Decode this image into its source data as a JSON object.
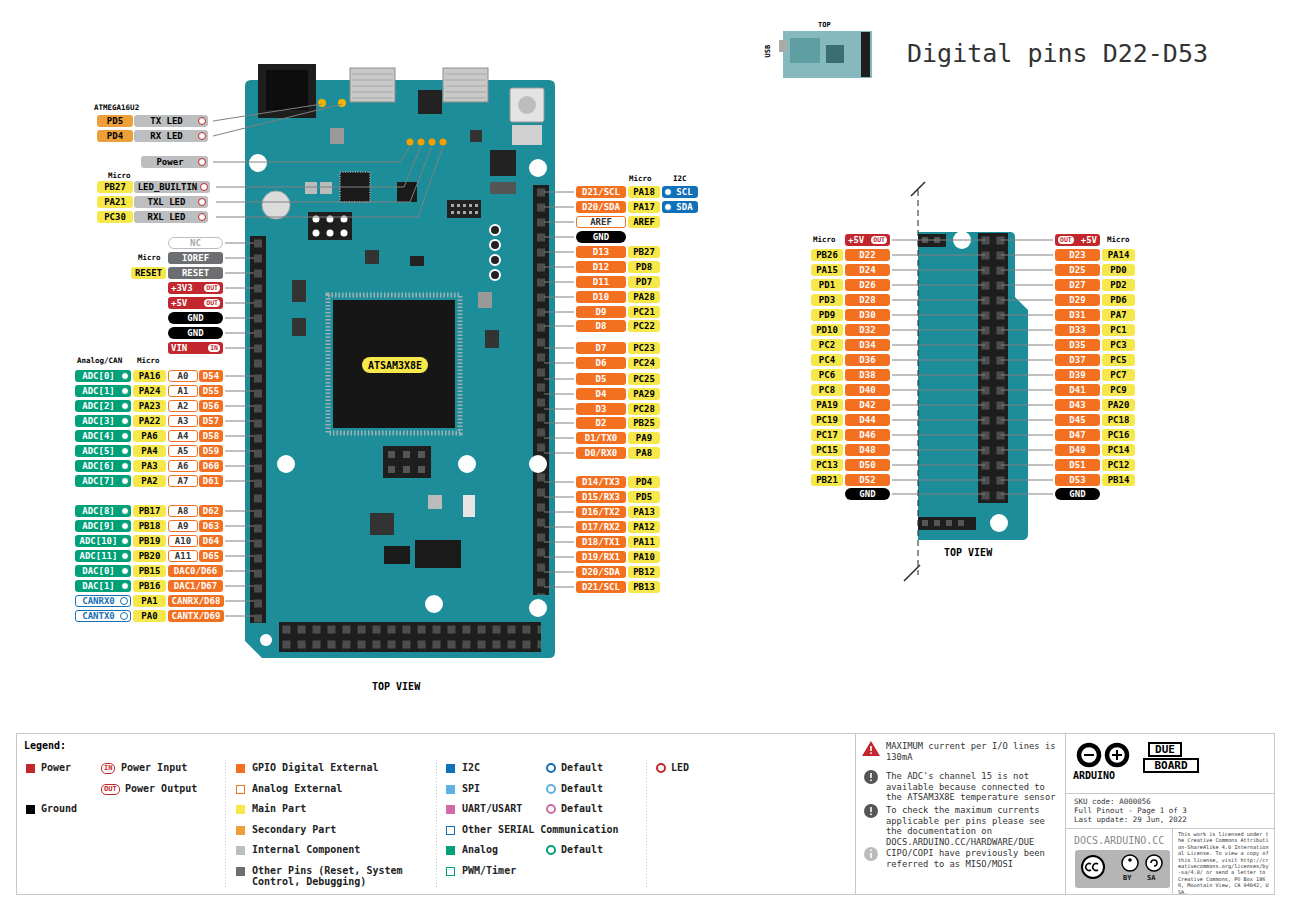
{
  "diagram": {
    "title": "Digital pins D22-D53",
    "nodes": [
      {
        "text": [
          "PD5"
        ]
      },
      {
        "text": [
          "TX LED"
        ]
      },
      {
        "text": [
          "PD4"
        ]
      },
      {
        "text": [
          "RX LED"
        ]
      },
      {
        "text": [
          "Power"
        ]
      },
      {
        "text": [
          "PB27"
        ]
      },
      {
        "text": [
          "LED_BUILTIN"
        ]
      },
      {
        "text": [
          "PA21"
        ]
      },
      {
        "text": [
          "TXL LED"
        ]
      },
      {
        "text": [
          "PC30"
        ]
      },
      {
        "text": [
          "RXL LED"
        ]
      },
      {
        "text": [
          "NC"
        ]
      },
      {
        "text": [
          "IOREF"
        ]
      },
      {
        "text": [
          "RESET"
        ]
      },
      {
        "text": [
          "RESET"
        ]
      },
      {
        "text": [
          "+3V3",
          "OUT"
        ]
      },
      {
        "text": [
          "+5V",
          "OUT"
        ]
      },
      {
        "text": [
          "GND"
        ]
      },
      {
        "text": [
          "GND"
        ]
      },
      {
        "text": [
          "VIN",
          "IN"
        ]
      },
      {
        "text": [
          "ADC[0]"
        ]
      },
      {
        "text": [
          "PA16"
        ]
      },
      {
        "text": [
          "A0"
        ]
      },
      {
        "text": [
          "D54"
        ]
      },
      {
        "text": [
          "ADC[1]"
        ]
      },
      {
        "text": [
          "PA24"
        ]
      },
      {
        "text": [
          "A1"
        ]
      },
      {
        "text": [
          "D55"
        ]
      },
      {
        "text": [
          "ADC[2]"
        ]
      },
      {
        "text": [
          "PA23"
        ]
      },
      {
        "text": [
          "A2"
        ]
      },
      {
        "text": [
          "D56"
        ]
      },
      {
        "text": [
          "ADC[3]"
        ]
      },
      {
        "text": [
          "PA22"
        ]
      },
      {
        "text": [
          "A3"
        ]
      },
      {
        "text": [
          "D57"
        ]
      },
      {
        "text": [
          "ADC[4]"
        ]
      },
      {
        "text": [
          "PA6"
        ]
      },
      {
        "text": [
          "A4"
        ]
      },
      {
        "text": [
          "D58"
        ]
      },
      {
        "text": [
          "ADC[5]"
        ]
      },
      {
        "text": [
          "PA4"
        ]
      },
      {
        "text": [
          "A5"
        ]
      },
      {
        "text": [
          "D59"
        ]
      },
      {
        "text": [
          "ADC[6]"
        ]
      },
      {
        "text": [
          "PA3"
        ]
      },
      {
        "text": [
          "A6"
        ]
      },
      {
        "text": [
          "D60"
        ]
      },
      {
        "text": [
          "ADC[7]"
        ]
      },
      {
        "text": [
          "PA2"
        ]
      },
      {
        "text": [
          "A7"
        ]
      },
      {
        "text": [
          "D61"
        ]
      },
      {
        "text": [
          "ADC[8]"
        ]
      },
      {
        "text": [
          "PB17"
        ]
      },
      {
        "text": [
          "A8"
        ]
      },
      {
        "text": [
          "D62"
        ]
      },
      {
        "text": [
          "ADC[9]"
        ]
      },
      {
        "text": [
          "PB18"
        ]
      },
      {
        "text": [
          "A9"
        ]
      },
      {
        "text": [
          "D63"
        ]
      },
      {
        "text": [
          "ADC[10]"
        ]
      },
      {
        "text": [
          "PB19"
        ]
      },
      {
        "text": [
          "A10"
        ]
      },
      {
        "text": [
          "D64"
        ]
      },
      {
        "text": [
          "ADC[11]"
        ]
      },
      {
        "text": [
          "PB20"
        ]
      },
      {
        "text": [
          "A11"
        ]
      },
      {
        "text": [
          "D65"
        ]
      },
      {
        "text": [
          "DAC[0]"
        ]
      },
      {
        "text": [
          "PB15"
        ]
      },
      {
        "text": [
          "DAC0/D66"
        ]
      },
      {
        "text": [
          "DAC[1]"
        ]
      },
      {
        "text": [
          "PB16"
        ]
      },
      {
        "text": [
          "DAC1/D67"
        ]
      },
      {
        "text": [
          "CANRX0"
        ]
      },
      {
        "text": [
          "PA1"
        ]
      },
      {
        "text": [
          "CANRX/D68"
        ]
      },
      {
        "text": [
          "CANTX0"
        ]
      },
      {
        "text": [
          "PA0"
        ]
      },
      {
        "text": [
          "CANTX/D69"
        ]
      },
      {
        "text": [
          "ATSAM3X8E"
        ]
      },
      {
        "text": [
          "D21/SCL"
        ]
      },
      {
        "text": [
          "PA18"
        ]
      },
      {
        "text": [
          "SCL"
        ]
      },
      {
        "text": [
          "D20/SDA"
        ]
      },
      {
        "text": [
          "PA17"
        ]
      },
      {
        "text": [
          "SDA"
        ]
      },
      {
        "text": [
          "AREF"
        ]
      },
      {
        "text": [
          "AREF"
        ]
      },
      {
        "text": [
          "GND"
        ]
      },
      {
        "text": [
          "D13"
        ]
      },
      {
        "text": [
          "PB27"
        ]
      },
      {
        "text": [
          "D12"
        ]
      },
      {
        "text": [
          "PD8"
        ]
      },
      {
        "text": [
          "D11"
        ]
      },
      {
        "text": [
          "PD7"
        ]
      },
      {
        "text": [
          "D10"
        ]
      },
      {
        "text": [
          "PA28"
        ]
      },
      {
        "text": [
          "D9"
        ]
      },
      {
        "text": [
          "PC21"
        ]
      },
      {
        "text": [
          "D8"
        ]
      },
      {
        "text": [
          "PC22"
        ]
      },
      {
        "text": [
          "D7"
        ]
      },
      {
        "text": [
          "PC23"
        ]
      },
      {
        "text": [
          "D6"
        ]
      },
      {
        "text": [
          "PC24"
        ]
      },
      {
        "text": [
          "D5"
        ]
      },
      {
        "text": [
          "PC25"
        ]
      },
      {
        "text": [
          "D4"
        ]
      },
      {
        "text": [
          "PA29"
        ]
      },
      {
        "text": [
          "D3"
        ]
      },
      {
        "text": [
          "PC28"
        ]
      },
      {
        "text": [
          "D2"
        ]
      },
      {
        "text": [
          "PB25"
        ]
      },
      {
        "text": [
          "D1/TX0"
        ]
      },
      {
        "text": [
          "PA9"
        ]
      },
      {
        "text": [
          "D0/RX0"
        ]
      },
      {
        "text": [
          "PA8"
        ]
      },
      {
        "text": [
          "D14/TX3"
        ]
      },
      {
        "text": [
          "PD4"
        ]
      },
      {
        "text": [
          "D15/RX3"
        ]
      },
      {
        "text": [
          "PD5"
        ]
      },
      {
        "text": [
          "D16/TX2"
        ]
      },
      {
        "text": [
          "PA13"
        ]
      },
      {
        "text": [
          "D17/RX2"
        ]
      },
      {
        "text": [
          "PA12"
        ]
      },
      {
        "text": [
          "D18/TX1"
        ]
      },
      {
        "text": [
          "PA11"
        ]
      },
      {
        "text": [
          "D19/RX1"
        ]
      },
      {
        "text": [
          "PA10"
        ]
      },
      {
        "text": [
          "D20/SDA"
        ]
      },
      {
        "text": [
          "PB12"
        ]
      },
      {
        "text": [
          "D21/SCL"
        ]
      },
      {
        "text": [
          "PB13"
        ]
      },
      {
        "text": [
          "+5V",
          "OUT"
        ]
      },
      {
        "text": [
          "OUT",
          "+5V"
        ]
      },
      {
        "text": [
          "PB26"
        ]
      },
      {
        "text": [
          "D22"
        ]
      },
      {
        "text": [
          "D23"
        ]
      },
      {
        "text": [
          "PA14"
        ]
      },
      {
        "text": [
          "PA15"
        ]
      },
      {
        "text": [
          "D24"
        ]
      },
      {
        "text": [
          "D25"
        ]
      },
      {
        "text": [
          "PD0"
        ]
      },
      {
        "text": [
          "PD1"
        ]
      },
      {
        "text": [
          "D26"
        ]
      },
      {
        "text": [
          "D27"
        ]
      },
      {
        "text": [
          "PD2"
        ]
      },
      {
        "text": [
          "PD3"
        ]
      },
      {
        "text": [
          "D28"
        ]
      },
      {
        "text": [
          "D29"
        ]
      },
      {
        "text": [
          "PD6"
        ]
      },
      {
        "text": [
          "PD9"
        ]
      },
      {
        "text": [
          "D30"
        ]
      },
      {
        "text": [
          "D31"
        ]
      },
      {
        "text": [
          "PA7"
        ]
      },
      {
        "text": [
          "PD10"
        ]
      },
      {
        "text": [
          "D32"
        ]
      },
      {
        "text": [
          "D33"
        ]
      },
      {
        "text": [
          "PC1"
        ]
      },
      {
        "text": [
          "PC2"
        ]
      },
      {
        "text": [
          "D34"
        ]
      },
      {
        "text": [
          "D35"
        ]
      },
      {
        "text": [
          "PC3"
        ]
      },
      {
        "text": [
          "PC4"
        ]
      },
      {
        "text": [
          "D36"
        ]
      },
      {
        "text": [
          "D37"
        ]
      },
      {
        "text": [
          "PC5"
        ]
      },
      {
        "text": [
          "PC6"
        ]
      },
      {
        "text": [
          "D38"
        ]
      },
      {
        "text": [
          "D39"
        ]
      },
      {
        "text": [
          "PC7"
        ]
      },
      {
        "text": [
          "PC8"
        ]
      },
      {
        "text": [
          "D40"
        ]
      },
      {
        "text": [
          "D41"
        ]
      },
      {
        "text": [
          "PC9"
        ]
      },
      {
        "text": [
          "PA19"
        ]
      },
      {
        "text": [
          "D42"
        ]
      },
      {
        "text": [
          "D43"
        ]
      },
      {
        "text": [
          "PA20"
        ]
      },
      {
        "text": [
          "PC19"
        ]
      },
      {
        "text": [
          "D44"
        ]
      },
      {
        "text": [
          "D45"
        ]
      },
      {
        "text": [
          "PC18"
        ]
      },
      {
        "text": [
          "PC17"
        ]
      },
      {
        "text": [
          "D46"
        ]
      },
      {
        "text": [
          "D47"
        ]
      },
      {
        "text": [
          "PC16"
        ]
      },
      {
        "text": [
          "PC15"
        ]
      },
      {
        "text": [
          "D48"
        ]
      },
      {
        "text": [
          "D49"
        ]
      },
      {
        "text": [
          "PC14"
        ]
      },
      {
        "text": [
          "PC13"
        ]
      },
      {
        "text": [
          "D50"
        ]
      },
      {
        "text": [
          "D51"
        ]
      },
      {
        "text": [
          "PC12"
        ]
      },
      {
        "text": [
          "PB21"
        ]
      },
      {
        "text": [
          "D52"
        ]
      },
      {
        "text": [
          "D53"
        ]
      },
      {
        "text": [
          "PB14"
        ]
      },
      {
        "text": [
          "GND"
        ]
      },
      {
        "text": [
          "GND"
        ]
      },
      {
        "text": [
          "DUE"
        ]
      },
      {
        "text": [
          "BOARD"
        ]
      }
    ],
    "labels": [
      "ATMEGA16U2",
      "Micro",
      "Micro",
      "Analog/CAN",
      "Micro",
      "Micro",
      "I2C",
      "TOP VIEW",
      "TOP",
      "USB",
      "Micro",
      "Micro",
      "TOP VIEW",
      "Legend:",
      "IN",
      "OUT",
      "MAXIMUM current per I/O lines is 130mA",
      "The ADC's channel 15 is not available because connected to the ATSAM3X8E temperature sensor",
      "To check the maximum currents applicable per pins please see the documentation on DOCS.ARDUINO.CC/HARDWARE/DUE",
      "CIPO/COPI have previously been referred to as MISO/MOSI",
      "ARDUINO",
      "SKU code: A000056",
      "Full Pinout - Page 1 of 3",
      "Last update: 29 Jun, 2022",
      "DOCS.ARDUINO.CC",
      "BY",
      "SA",
      "This work is licensed under the Creative Commons Attribution-ShareAlike 4.0 International License. To view a copy of this license, visit http://creativecommons.org/licenses/by-sa/4.0/ or send a letter to Creative Commons, PO Box 1866, Mountain View, CA 94042, USA."
    ],
    "legend": [
      {
        "text": "Power",
        "color": "#c1272d"
      },
      {
        "text": "Ground",
        "color": "#000000"
      },
      {
        "text": "Power Input"
      },
      {
        "text": "Power Output"
      },
      {
        "text": "GPIO Digital External",
        "color": "#f37021"
      },
      {
        "text": "Analog External"
      },
      {
        "text": "Main Part",
        "color": "#f6e84a"
      },
      {
        "text": "Secondary Part",
        "color": "#eda03a"
      },
      {
        "text": "Internal Component",
        "color": "#bcbec0"
      },
      {
        "text": "Other Pins (Reset, System Control, Debugging)",
        "color": "#6d6e71"
      },
      {
        "text": "I2C",
        "color": "#1070b8"
      },
      {
        "text": "Default"
      },
      {
        "text": "SPI",
        "color": "#5eb1e6"
      },
      {
        "text": "Default"
      },
      {
        "text": "UART/USART",
        "color": "#d16aa6"
      },
      {
        "text": "Default"
      },
      {
        "text": "Other SERIAL Communication"
      },
      {
        "text": "Analog",
        "color": "#00a078"
      },
      {
        "text": "Default"
      },
      {
        "text": "PWM/Timer"
      },
      {
        "text": "LED"
      }
    ]
  }
}
